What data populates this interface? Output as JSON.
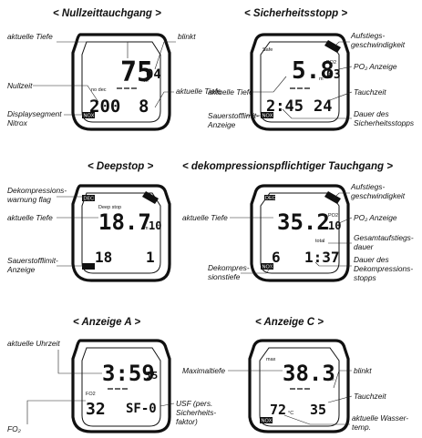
{
  "panels": [
    {
      "title": "< Nullzeittauchgang >",
      "labels": [
        "aktuelle Tiefe",
        "blinkt",
        "Nullzeit",
        "aktuelle Tiefe",
        "Displaysegment",
        "Nitrox"
      ],
      "display": {
        "depth": "75",
        "depth_unit": "m",
        "po2": "04",
        "small_text": "no dec",
        "bottom_left": "200",
        "bottom_right": "8",
        "chip": "NOX"
      }
    },
    {
      "title": "< Sicherheitsstopp >",
      "labels": [
        "Aufstiegs-",
        "geschwindigkeit",
        "PO₂ Anzeige",
        "aktuelle Tiefe",
        "Tauchzeit",
        "Sauerstofflimit-",
        "Anzeige",
        "Dauer des",
        "Sicherheitsstopps"
      ],
      "display": {
        "header": "Safe",
        "depth": "5.8",
        "depth_unit": "m",
        "po2_label": "PO2",
        "po2": "03",
        "bottom_left": "2:45",
        "bottom_right": "24",
        "chip": "NOX"
      }
    },
    {
      "title": "< Deepstop >",
      "labels": [
        "Dekompressions-",
        "warnung flag",
        "aktuelle Tiefe",
        "Sauerstofflimit-",
        "Anzeige"
      ],
      "display": {
        "header": "Deep stop",
        "depth": "18.7",
        "depth_unit": "m",
        "po2": "10",
        "bottom_left": "18",
        "bottom_right": "1",
        "chip": "DEC"
      }
    },
    {
      "title": "< dekompressionspflichtiger Tauchgang >",
      "labels": [
        "Aufstiegs-",
        "geschwindigkeit",
        "aktuelle Tiefe",
        "PO₂ Anzeige",
        "Gesamtaufstiegs-",
        "dauer",
        "Dekompres-",
        "sionstiefe",
        "Dauer des",
        "Dekompressions-",
        "stopps"
      ],
      "display": {
        "header": "DEC",
        "depth": "35.2",
        "depth_unit": "m",
        "po2_label": "PO2",
        "po2": "10",
        "small_text": "total",
        "bottom_left": "6",
        "bottom_right": "1:37",
        "chip": "NOX"
      }
    },
    {
      "title": "< Anzeige  A >",
      "labels": [
        "aktuelle Uhrzeit",
        "USF (pers.",
        "Sicherheits-",
        "faktor)",
        "FO₂"
      ],
      "display": {
        "time": "3:59",
        "seconds": "15",
        "fo2_label": "FO2",
        "fo2": "32",
        "bottom_right": "SF-0"
      }
    },
    {
      "title": "< Anzeige C >",
      "labels": [
        "Maximaltiefe",
        "blinkt",
        "Tauchzeit",
        "aktuelle Wasser-",
        "temp."
      ],
      "display": {
        "header": "max",
        "depth": "38.3",
        "depth_unit": "m",
        "bottom_left": "72",
        "bottom_left_unit": "°C",
        "bottom_right": "35",
        "chip": "NOX"
      }
    }
  ]
}
